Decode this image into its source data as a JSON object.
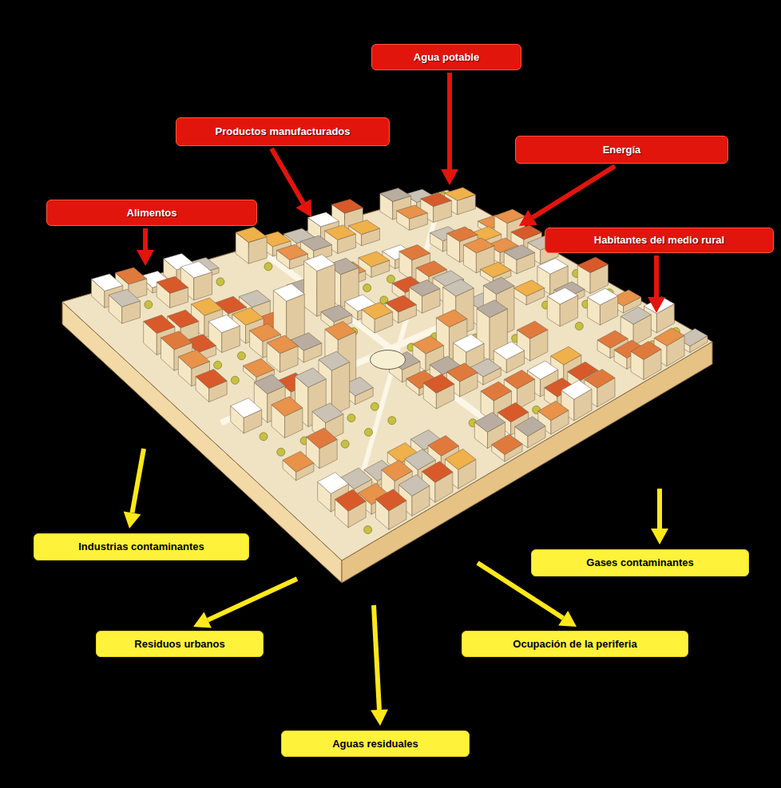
{
  "diagram": {
    "nodes": [
      {
        "text": [
          "Agua potable"
        ]
      },
      {
        "text": [
          "Productos manufacturados"
        ]
      },
      {
        "text": [
          "Energía"
        ]
      },
      {
        "text": [
          "Alimentos"
        ]
      },
      {
        "text": [
          "Habitantes del medio rural"
        ]
      },
      {
        "text": [
          "Industrias contaminantes"
        ]
      },
      {
        "text": [
          "Gases contaminantes"
        ]
      },
      {
        "text": [
          "Residuos urbanos"
        ]
      },
      {
        "text": [
          "Ocupación de la periferia"
        ]
      },
      {
        "text": [
          "Aguas residuales"
        ]
      }
    ]
  }
}
